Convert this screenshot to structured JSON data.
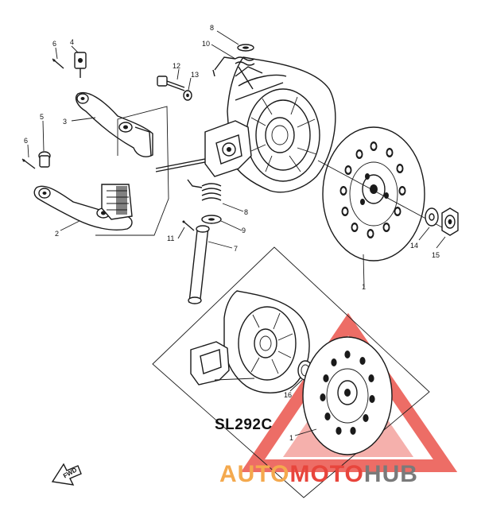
{
  "callouts": {
    "p1_main": "1",
    "p1_inset": "1",
    "p2": "2",
    "p3": "3",
    "p4": "4",
    "p5": "5",
    "p6_top": "6",
    "p6_left": "6",
    "p7": "7",
    "p8_top": "8",
    "p8_spring": "8",
    "p9": "9",
    "p10": "10",
    "p11": "11",
    "p12": "12",
    "p13": "13",
    "p14": "14",
    "p15": "15",
    "p16": "16"
  },
  "model_code": "SL292C",
  "forward_arrow_text": "FWD",
  "watermark": {
    "part_auto": "AUTO",
    "part_moto": "MOTO",
    "part_hub": "HUB",
    "color_orange": "#f4a94e",
    "color_red": "#e8453c",
    "color_gray": "#7a7a7a"
  }
}
